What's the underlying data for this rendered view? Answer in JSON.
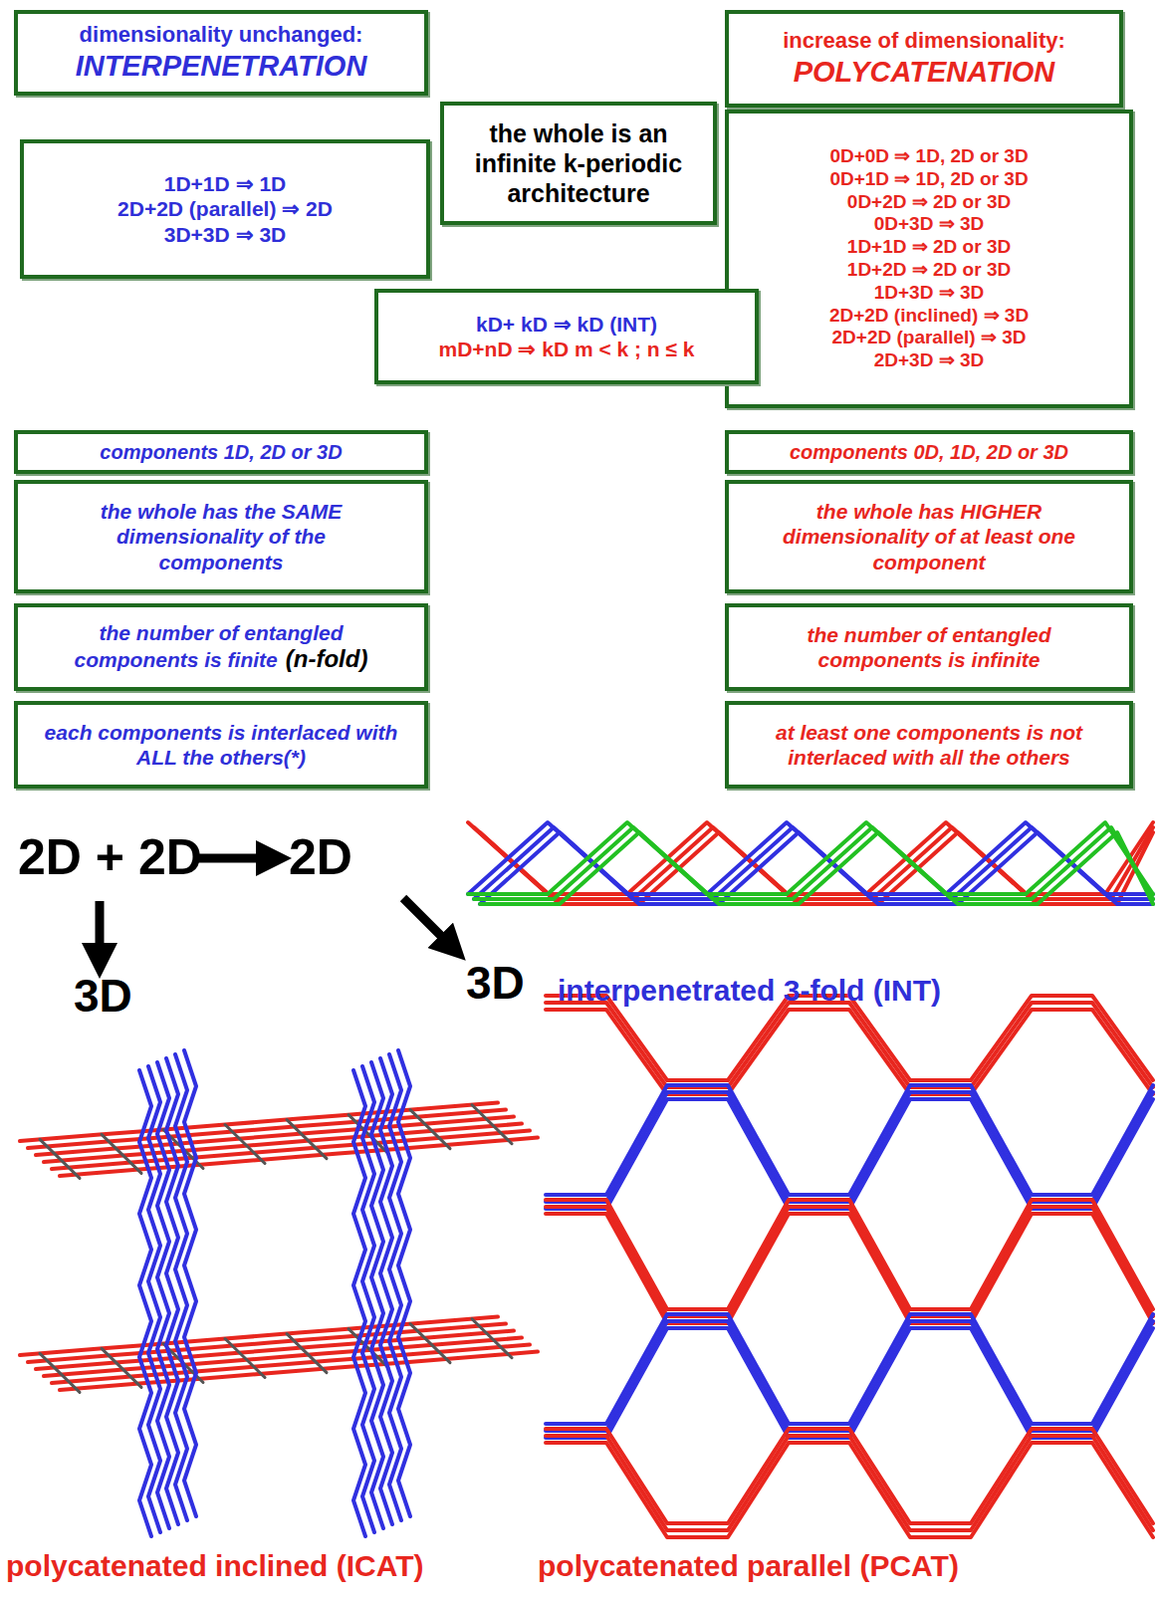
{
  "diagram": {
    "nodes": [
      {
        "text": [
          "dimensionality unchanged:",
          "INTERPENETRATION"
        ]
      },
      {
        "text": [
          "increase of dimensionality:",
          "POLYCATENATION"
        ]
      },
      {
        "text": [
          "the whole is an infinite k-periodic architecture"
        ]
      },
      {
        "text": [
          "1D+1D ⇒ 1D",
          "2D+2D (parallel) ⇒ 2D",
          "3D+3D ⇒ 3D"
        ]
      },
      {
        "text": [
          "0D+0D ⇒ 1D, 2D or 3D",
          "0D+1D ⇒ 1D, 2D or 3D",
          "0D+2D ⇒ 2D or 3D",
          "0D+3D ⇒ 3D",
          "1D+1D ⇒ 2D or 3D",
          "1D+2D ⇒ 2D or 3D",
          "1D+3D ⇒ 3D",
          "2D+2D (inclined) ⇒ 3D",
          "2D+2D (parallel) ⇒ 3D",
          "2D+3D ⇒ 3D"
        ]
      },
      {
        "text": [
          "kD+ kD ⇒ kD  (INT)",
          "mD+nD ⇒ kD  m < k ; n ≤ k"
        ]
      },
      {
        "text": [
          "components 1D, 2D or 3D"
        ]
      },
      {
        "text": [
          "components 0D, 1D, 2D or 3D"
        ]
      },
      {
        "text": [
          "the whole has the SAME dimensionality of the components"
        ]
      },
      {
        "text": [
          "the whole has HIGHER dimensionality of at least one component"
        ]
      },
      {
        "text": [
          "the number of entangled components is finite",
          "(n-fold)"
        ]
      },
      {
        "text": [
          "the number of entangled components is infinite"
        ]
      },
      {
        "text": [
          "each components is interlaced with ALL the others(*)"
        ]
      },
      {
        "text": [
          "at least one components is not interlaced with all the others"
        ]
      }
    ],
    "labels": [
      "2D + 2D",
      "2D",
      "3D",
      "3D",
      "interpenetrated 3-fold (INT)",
      "polycatenated inclined (ICAT)",
      "polycatenated parallel (PCAT)"
    ]
  }
}
